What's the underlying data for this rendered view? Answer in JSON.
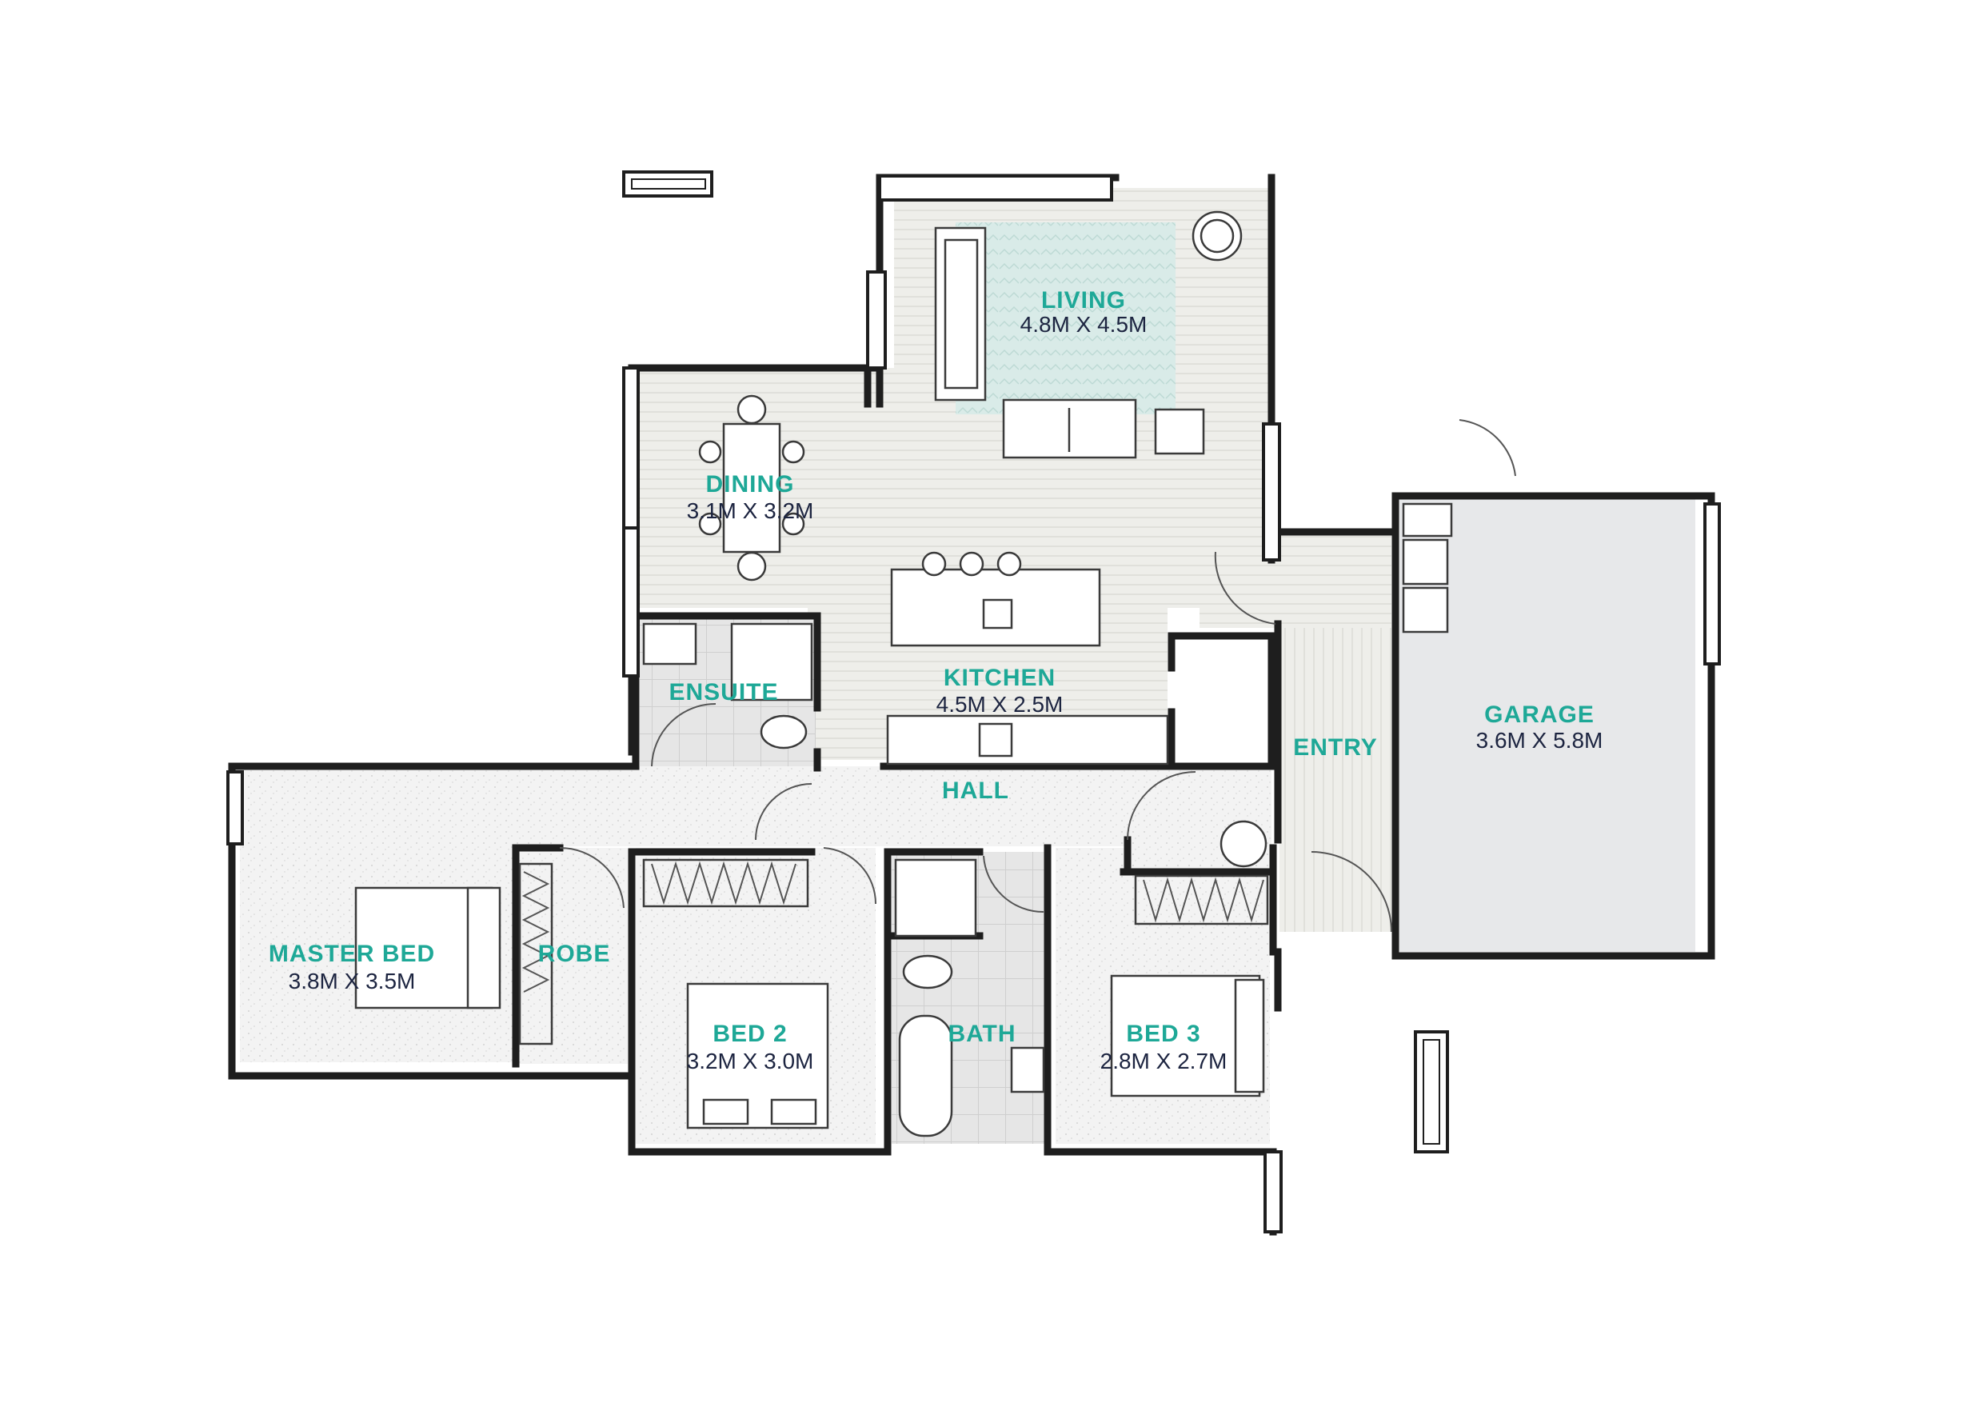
{
  "rooms": {
    "living": {
      "name": "LIVING",
      "size": "4.8M X 4.5M"
    },
    "dining": {
      "name": "DINING",
      "size": "3.1M X 3.2M"
    },
    "kitchen": {
      "name": "KITCHEN",
      "size": "4.5M X 2.5M"
    },
    "ensuite": {
      "name": "ENSUITE"
    },
    "garage": {
      "name": "GARAGE",
      "size": "3.6M X 5.8M"
    },
    "entry": {
      "name": "ENTRY"
    },
    "hall": {
      "name": "HALL"
    },
    "master": {
      "name": "MASTER BED",
      "size": "3.8M X 3.5M"
    },
    "robe": {
      "name": "ROBE"
    },
    "bed2": {
      "name": "BED 2",
      "size": "3.2M X 3.0M"
    },
    "bath": {
      "name": "BATH"
    },
    "bed3": {
      "name": "BED 3",
      "size": "2.8M X 2.7M"
    }
  },
  "colors": {
    "wall": "#1e1e1e",
    "label": "#1ea897",
    "dimension": "#1c2440",
    "timber_floor": "#eeeeea",
    "carpet": "#f3f3f3",
    "tile": "#e6e6e6",
    "garage_floor": "#e7e8ea",
    "rug": "#d9ebe8"
  }
}
